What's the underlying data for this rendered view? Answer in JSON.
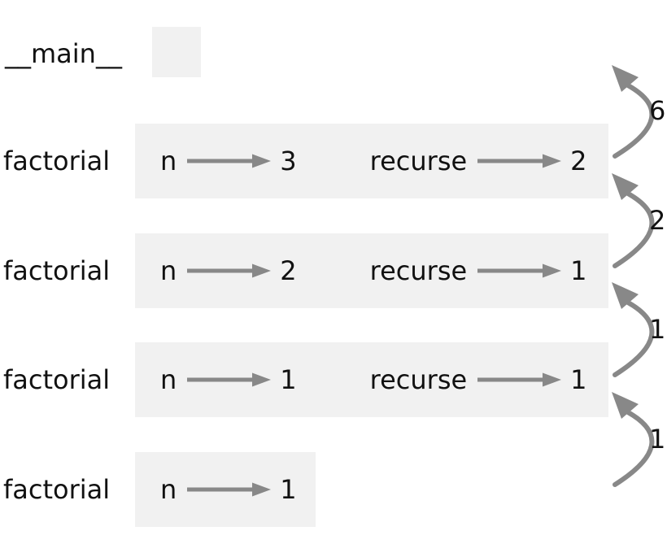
{
  "colors": {
    "background": "#ffffff",
    "frame_box_bg": "#f1f1f1",
    "arrow_gray": "#888888",
    "text": "#111111"
  },
  "main_frame": {
    "label": "__main__"
  },
  "frames": [
    {
      "label": "factorial",
      "vars": [
        {
          "name": "n",
          "value": "3"
        },
        {
          "name": "recurse",
          "value": "2"
        }
      ],
      "return_value": "6"
    },
    {
      "label": "factorial",
      "vars": [
        {
          "name": "n",
          "value": "2"
        },
        {
          "name": "recurse",
          "value": "1"
        }
      ],
      "return_value": "2"
    },
    {
      "label": "factorial",
      "vars": [
        {
          "name": "n",
          "value": "1"
        },
        {
          "name": "recurse",
          "value": "1"
        }
      ],
      "return_value": "1"
    },
    {
      "label": "factorial",
      "vars": [
        {
          "name": "n",
          "value": "1"
        }
      ],
      "return_value": "1"
    }
  ]
}
